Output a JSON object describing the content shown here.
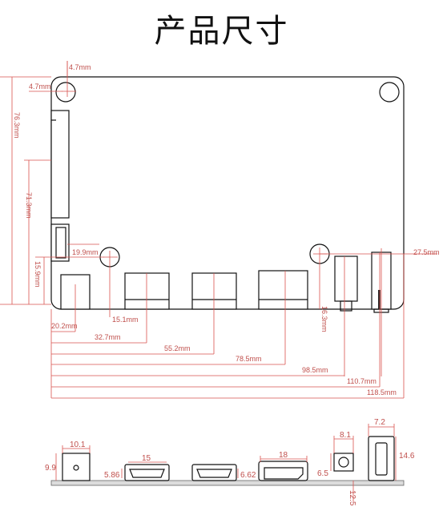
{
  "title": "产品尺寸",
  "top_view": {
    "dims": {
      "hole_offset_y": "4.7mm",
      "hole_offset_x": "4.7mm",
      "height_total": "76.3mm",
      "height_inner": "71.3mm",
      "height_low": "15.9mm",
      "x_19_9": "19.9mm",
      "y_15_1": "15.1mm",
      "right_27_5": "27.5mm",
      "y_16_3": "16.3mm",
      "x_20_2": "20.2mm",
      "x_32_7": "32.7mm",
      "x_55_2": "55.2mm",
      "x_78_5": "78.5mm",
      "x_98_5": "98.5mm",
      "x_110_7": "110.7mm",
      "x_118_5": "118.5mm"
    }
  },
  "side_view": {
    "dims": {
      "dc_width": "10.1",
      "dc_height": "9.9",
      "hdmi_width": "15",
      "hdmi_height": "5.86",
      "hdmi2_height": "6.62",
      "dp_width": "18",
      "audio_width": "8.1",
      "audio_height": "6.5",
      "usb_width": "7.2",
      "usb_height": "14.6",
      "board_offset": "12.5"
    }
  }
}
